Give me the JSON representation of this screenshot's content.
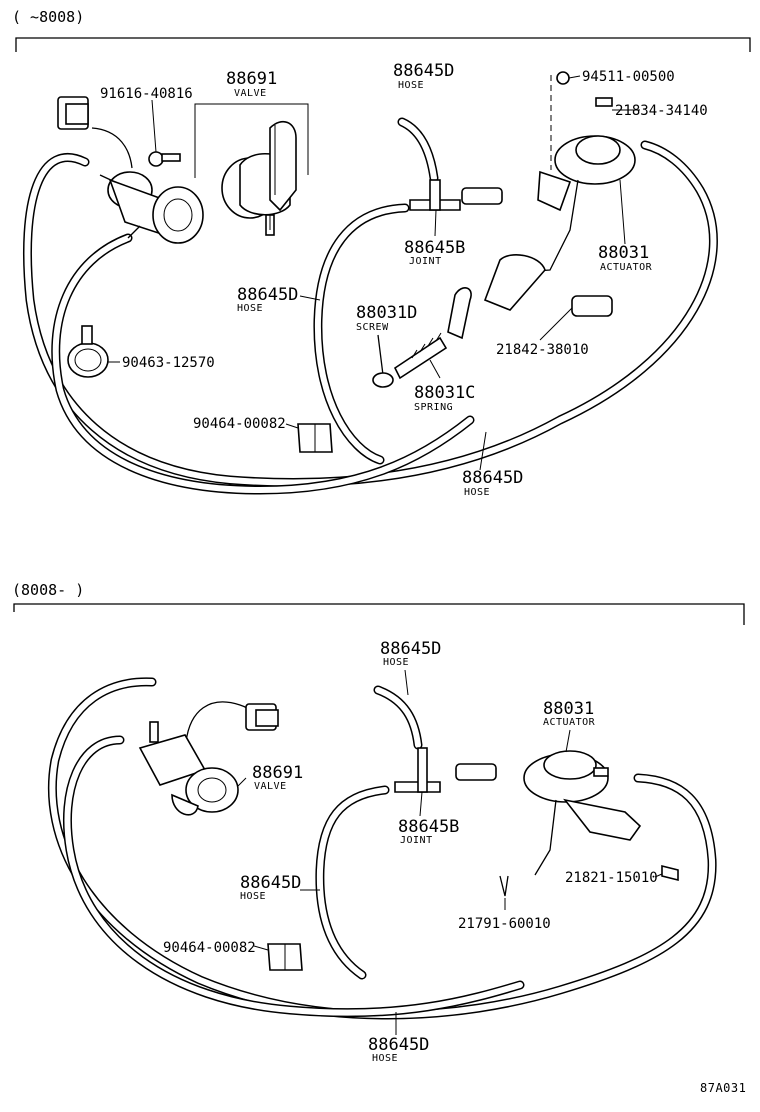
{
  "top": {
    "header": "( ~8008)",
    "labels": {
      "valve_num": "88691",
      "valve_word": "VALVE",
      "bolt1": "91616-40816",
      "hose_top_num": "88645D",
      "hose_top_word": "HOSE",
      "nut": "94511-00500",
      "bolt2": "21834-34140",
      "joint_num": "88645B",
      "joint_word": "JOINT",
      "actuator_num": "88031",
      "actuator_word": "ACTUATOR",
      "hose_mid_num": "88645D",
      "hose_mid_word": "HOSE",
      "screw_num": "88031D",
      "screw_word": "SCREW",
      "pin": "21842-38010",
      "clamp": "90463-12570",
      "spring_num": "88031C",
      "spring_word": "SPRING",
      "clip": "90464-00082",
      "hose_bot_num": "88645D",
      "hose_bot_word": "HOSE"
    }
  },
  "bottom": {
    "header": "(8008- )",
    "labels": {
      "hose_top_num": "88645D",
      "hose_top_word": "HOSE",
      "actuator_num": "88031",
      "actuator_word": "ACTUATOR",
      "valve_num": "88691",
      "valve_word": "VALVE",
      "joint_num": "88645B",
      "joint_word": "JOINT",
      "hose_mid_num": "88645D",
      "hose_mid_word": "HOSE",
      "bolt": "21821-15010",
      "cotter": "21791-60010",
      "clip": "90464-00082",
      "hose_bot_num": "88645D",
      "hose_bot_word": "HOSE"
    }
  },
  "figure_code": "87A031"
}
